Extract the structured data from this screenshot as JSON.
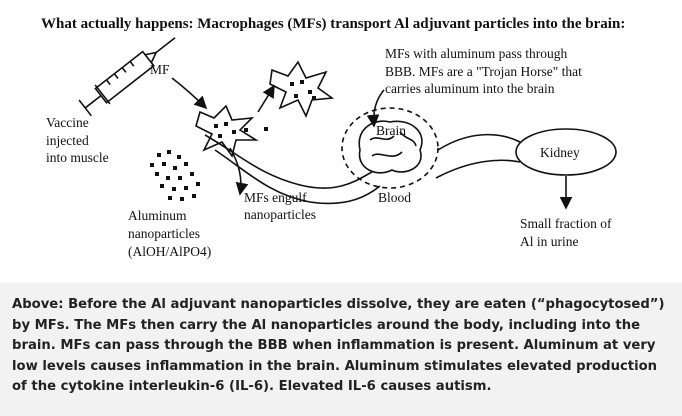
{
  "diagram": {
    "title": "What actually happens: Macrophages (MFs) transport Al adjuvant particles into the brain:",
    "labels": {
      "mf": "MF",
      "vaccine": [
        "Vaccine",
        "injected",
        "into muscle"
      ],
      "aluminum": [
        "Aluminum",
        "nanoparticles",
        "(AlOH/AlPO4)"
      ],
      "engulf": [
        "MFs engulf",
        "nanoparticles"
      ],
      "trojan": [
        "MFs with aluminum pass through",
        "BBB. MFs are a \"Trojan Horse\" that",
        "carries aluminum into the brain"
      ],
      "brain": "Brain",
      "blood": "Blood",
      "kidney": "Kidney",
      "urine": [
        "Small fraction of",
        "Al in urine"
      ]
    }
  },
  "caption": "Above: Before the Al adjuvant nanoparticles dissolve, they are eaten (“phagocytosed”) by MFs. The MFs then carry the Al nanoparticles around the body, including into the brain. MFs can pass through the BBB when inflammation is present. Aluminum at very low levels causes inflammation in the brain. Aluminum stimulates elevated production of the cytokine interleukin-6 (IL-6). Elevated IL-6 causes autism."
}
